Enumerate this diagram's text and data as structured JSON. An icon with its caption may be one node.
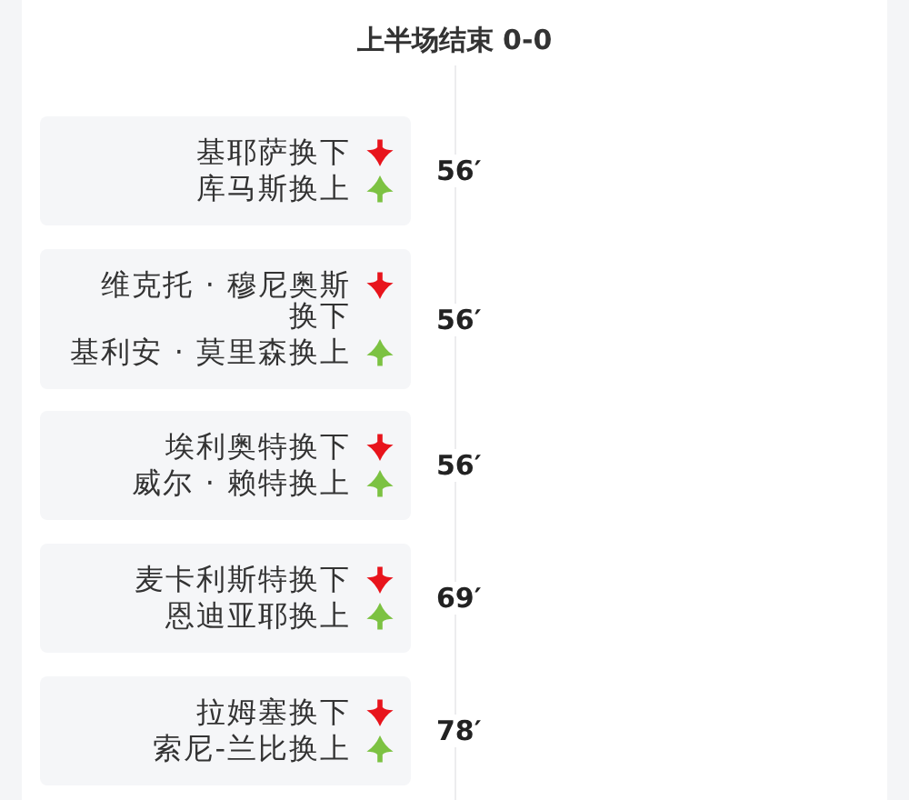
{
  "diagram": {
    "title": "上半场结束 0-0",
    "nodes": [
      {
        "text": [
          "基耶萨换下",
          "库马斯换上"
        ],
        "beside": [
          "56′"
        ]
      },
      {
        "text": [
          "维克托 · 穆尼奥斯换下",
          "基利安 · 莫里森换上"
        ],
        "beside": [
          "56′"
        ]
      },
      {
        "text": [
          "埃利奥特换下",
          "威尔 · 赖特换上"
        ],
        "beside": [
          "56′"
        ]
      },
      {
        "text": [
          "麦卡利斯特换下",
          "恩迪亚耶换上"
        ],
        "beside": [
          "69′"
        ]
      },
      {
        "text": [
          "拉姆塞换下",
          "索尼-兰比换上"
        ],
        "beside": [
          "78′"
        ]
      }
    ]
  }
}
